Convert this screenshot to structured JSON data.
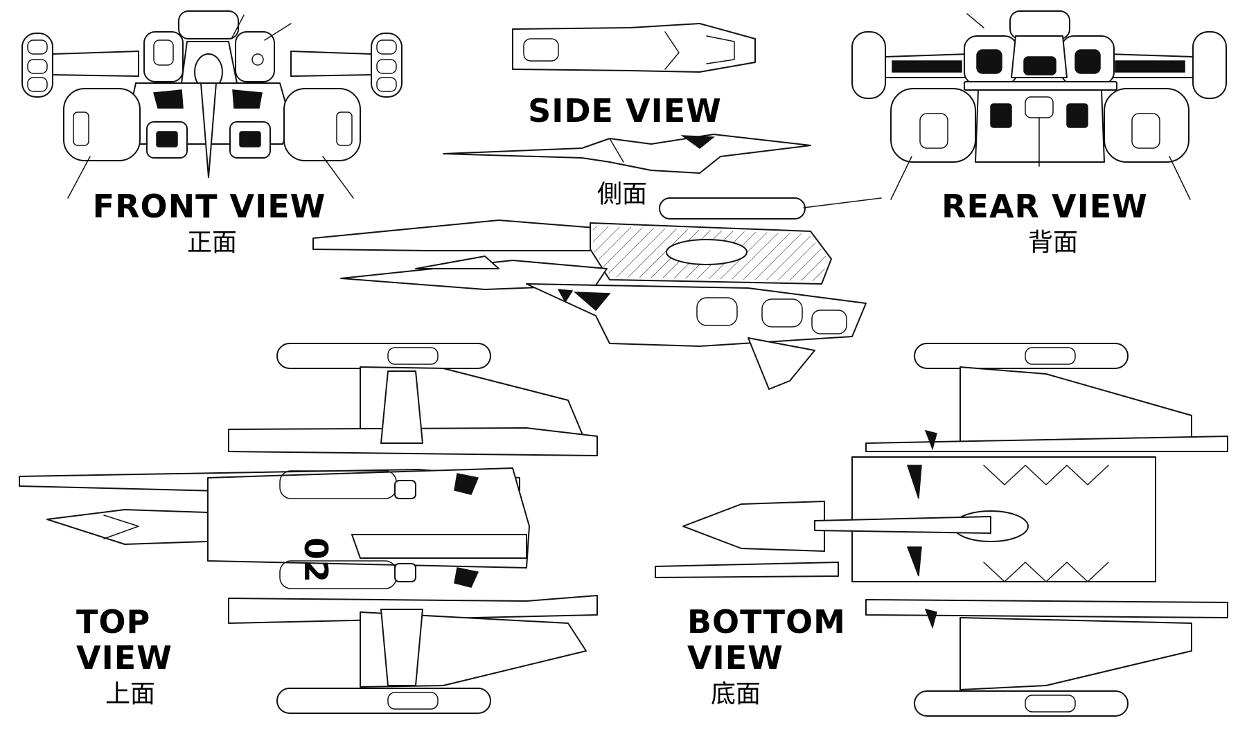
{
  "views": {
    "front": {
      "title": "FRONT VIEW",
      "subtitle": "正面"
    },
    "side": {
      "title": "SIDE VIEW",
      "subtitle": "側面"
    },
    "rear": {
      "title": "REAR VIEW",
      "subtitle": "背面"
    },
    "top": {
      "title_line1": "TOP",
      "title_line2": "VIEW",
      "subtitle": "上面"
    },
    "bottom": {
      "title_line1": "BOTTOM",
      "title_line2": "VIEW",
      "subtitle": "底面"
    }
  },
  "markings": {
    "top_hull_number": "02"
  },
  "colors": {
    "line": "#111111",
    "background": "#ffffff"
  }
}
